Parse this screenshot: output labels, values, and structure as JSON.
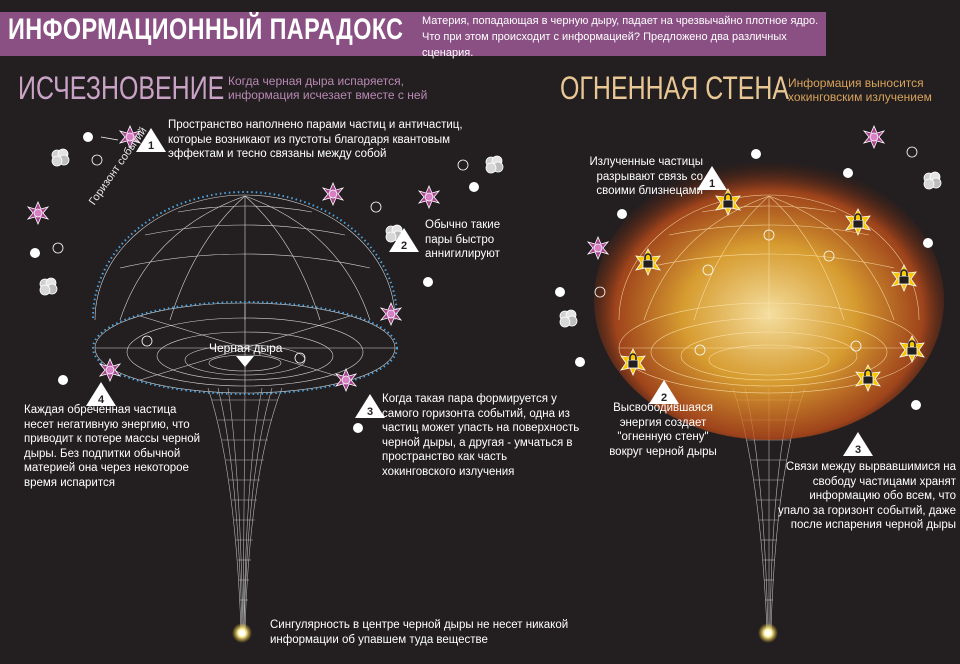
{
  "header": {
    "title": "ИНФОРМАЦИОННЫЙ ПАРАДОКС",
    "subtitle": "Материя, попадающая в черную дыру, падает на чрезвычайно плотное ядро. Что при этом происходит с информацией? Предложено два различных сценария."
  },
  "left": {
    "title": "ИСЧЕЗНОВЕНИЕ",
    "note": "Когда черная дыра испаряется, информация исчезает вместе с ней",
    "horizon_label": "Горизонт событий",
    "hole_label": "Черная дыра",
    "steps": [
      {
        "num": "1",
        "text": "Пространство наполнено парами частиц и античастиц, которые возникают из пустоты благодаря квантовым эффектам и тесно связаны между собой"
      },
      {
        "num": "2",
        "text": "Обычно такие пары быстро аннигилируют"
      },
      {
        "num": "3",
        "text": "Когда такая пара формируется у самого горизонта событий, одна из частиц может упасть на поверхность черной дыры, а другая - умчаться в пространство как часть хокинговского излучения"
      },
      {
        "num": "4",
        "text": "Каждая обреченная частица несет негативную энергию, что приводит к потере массы черной дыры. Без подпитки обычной материей она через некоторое время испарится"
      }
    ],
    "singularity": "Сингулярность в центре черной дыры не несет никакой информации об упавшем туда веществе"
  },
  "right": {
    "title": "ОГНЕННАЯ СТЕНА",
    "note": "Информация выносится хокинговским излучением",
    "steps": [
      {
        "num": "1",
        "text": "Излученные частицы разрывают связь со своими близнецами"
      },
      {
        "num": "2",
        "text": "Высвободившаяся энергия создает \"огненную стену\" вокруг черной дыры"
      },
      {
        "num": "3",
        "text": "Связи между вырвавшимися на свободу частицами хранят информацию обо всем, что упало за горизонт событий, даже после испарения черной дыры"
      }
    ]
  },
  "colors": {
    "background": "#231f20",
    "title_bar": "#8b5083",
    "left_accent": "#c9a3c6",
    "right_accent": "#e8c794",
    "horizon": "#4aa3df",
    "fire": "#f4a21f",
    "antiparticle": "#a8448f"
  }
}
